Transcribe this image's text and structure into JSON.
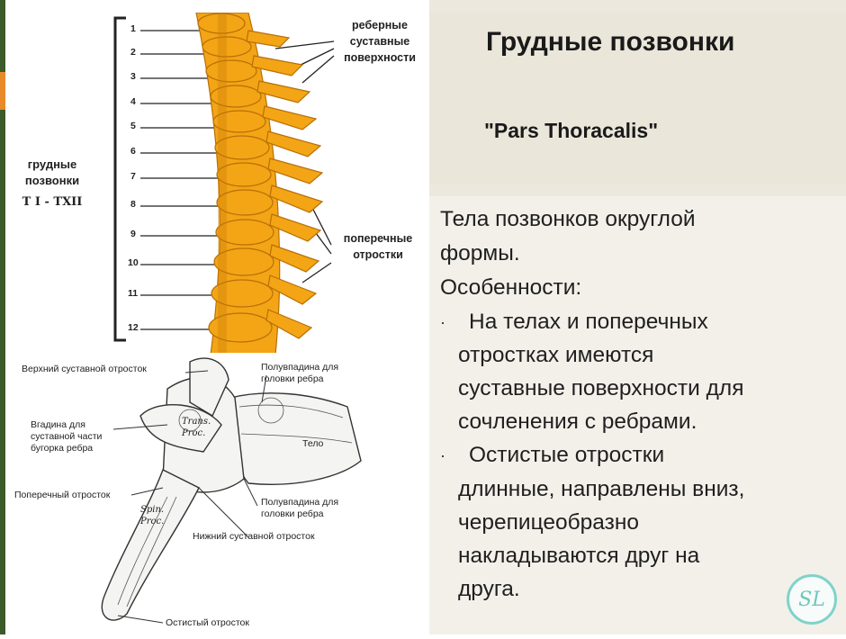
{
  "slide": {
    "title": "Грудные позвонки",
    "subtitle": "\"Pars Thoracalis\"",
    "body_lines": [
      "Тела позвонков округлой",
      "формы.",
      "Особенности:"
    ],
    "bullets": [
      [
        "На телах и поперечных",
        "отростках имеются",
        "суставные поверхности для",
        "сочленения с ребрами."
      ],
      [
        "Остистые отростки",
        "длинные, направлены вниз,",
        "черепицеобразно",
        "накладываются друг на",
        "друга."
      ]
    ],
    "bullet_symbol": "·"
  },
  "spine_figure": {
    "label_left_1": "грудные",
    "label_left_2": "позвонки",
    "label_left_3": "T I - TXII",
    "numbers": [
      "1",
      "2",
      "3",
      "4",
      "5",
      "6",
      "7",
      "8",
      "9",
      "10",
      "11",
      "12"
    ],
    "label_top_1": "реберные",
    "label_top_2": "суставные",
    "label_top_3": "поверхности",
    "label_mid_1": "поперечные",
    "label_mid_2": "отростки"
  },
  "vertebra_figure": {
    "l1": "Верхний суставной отросток",
    "l2a": "Полувпадина для",
    "l2b": "головки ребра",
    "l3a": "Вгадина для",
    "l3b": "суставной части",
    "l3c": "бугорка ребра",
    "l4": "Тело",
    "l5": "Поперечный отросток",
    "l6a": "Полувпадина для",
    "l6b": "головки ребра",
    "l7": "Нижний суставной отросток",
    "l8": "Остистый отросток",
    "tag1a": "Trans.",
    "tag1b": "Proc.",
    "tag2a": "Spin.",
    "tag2b": "Proc."
  },
  "logo": {
    "text": "SL"
  },
  "colors": {
    "accent_left": "#3d5a2a",
    "accent_tab": "#e8892a",
    "bone": "#f2a316",
    "logo": "#7fd3c9"
  }
}
